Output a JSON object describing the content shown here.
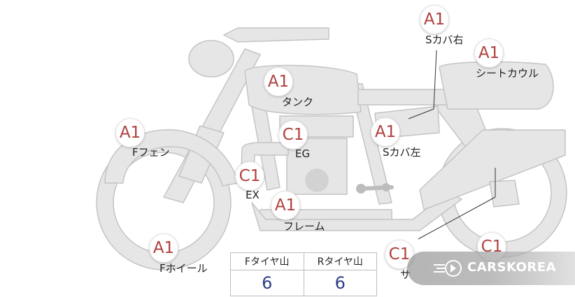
{
  "labels": {
    "s_cover_right": "Sカバ右",
    "seat_cowl": "シートカウル",
    "tank": "タンク",
    "f_fender": "Fフェン",
    "engine": "EG",
    "s_cover_left": "Sカバ左",
    "exhaust": "EX",
    "frame": "フレーム",
    "f_wheel": "Fホイール",
    "rear_partial": "サ"
  },
  "badges": {
    "s_cover_right": "A1",
    "seat_cowl": "A1",
    "tank": "A1",
    "f_fender": "A1",
    "engine": "C1",
    "s_cover_left": "A1",
    "exhaust": "C1",
    "frame": "A1",
    "f_wheel": "A1",
    "rear_left": "C1",
    "rear_right": "C1"
  },
  "tire_table": {
    "headers": [
      "Fタイヤ山",
      "Rタイヤ山"
    ],
    "values": [
      "6",
      "6"
    ]
  },
  "watermark": {
    "text": "CARSKOREA"
  },
  "colors": {
    "badge_text": "#b0413e",
    "tire_value": "#2f3f86",
    "bike_fill": "#e6e6e6",
    "bike_stroke": "#c4c4c4"
  }
}
